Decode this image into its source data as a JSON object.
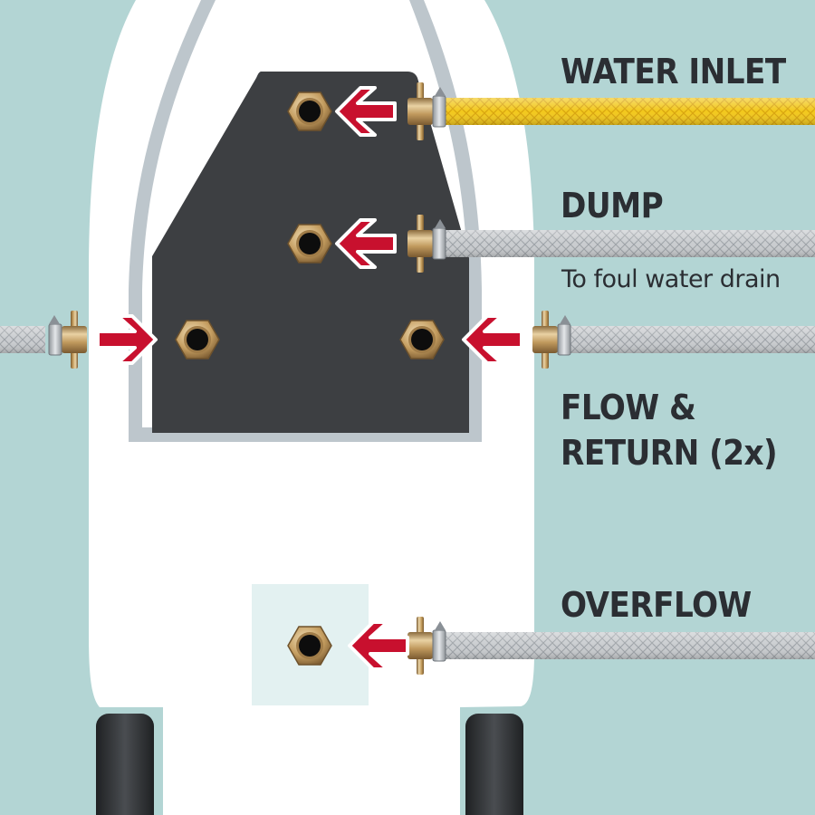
{
  "labels": {
    "water_inlet": "WATER INLET",
    "dump": "DUMP",
    "dump_note": "To foul water drain",
    "flow_return_line1": "FLOW &",
    "flow_return_line2": "RETURN (2x)",
    "overflow": "OVERFLOW"
  },
  "colors": {
    "background": "#b3d5d4",
    "cabinet": "#ffffff",
    "cabinet_outline": "#bdc6cc",
    "panel": "#3d3f42",
    "arrow": "#c8102e",
    "inlet_hose": "#f0c020",
    "braided_hose": "#c9cccf",
    "brass_fitting": "#b08d57",
    "wheel": "#2e3033",
    "overflow_panel": "#e3f1f1"
  },
  "connections": [
    {
      "name": "water-inlet",
      "hose": "yellow-braided",
      "direction": "into-unit"
    },
    {
      "name": "dump",
      "hose": "steel-braided",
      "direction": "into-unit"
    },
    {
      "name": "flow-left",
      "hose": "steel-braided",
      "direction": "into-unit"
    },
    {
      "name": "return-right",
      "hose": "steel-braided",
      "direction": "into-unit"
    },
    {
      "name": "overflow",
      "hose": "steel-braided",
      "direction": "into-unit"
    }
  ]
}
